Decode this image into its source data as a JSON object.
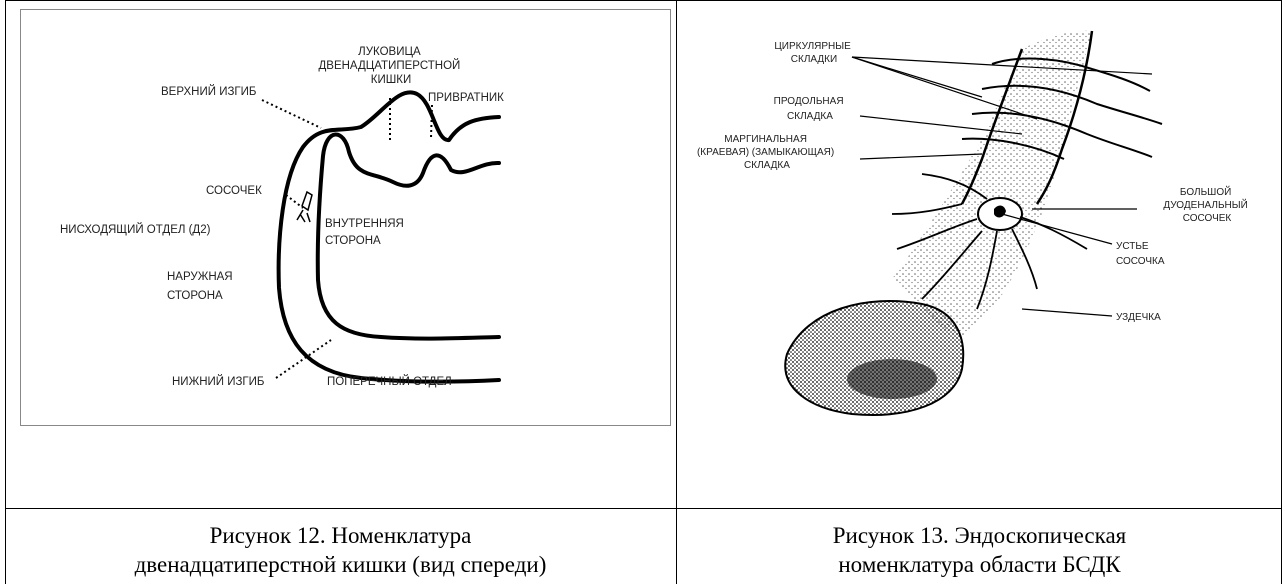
{
  "figure12": {
    "labels": {
      "bulb": [
        "ЛУКОВИЦА",
        "ДВЕНАДЦАТИПЕРСТНОЙ",
        "КИШКИ"
      ],
      "upper_bend": "ВЕРХНИЙ ИЗГИБ",
      "pylorus": "ПРИВРАТНИК",
      "papilla": "СОСОЧЕК",
      "descending": "НИСХОДЯЩИЙ ОТДЕЛ (Д2)",
      "inner_side": [
        "ВНУТРЕННЯЯ",
        "СТОРОНА"
      ],
      "outer_side": [
        "НАРУЖНАЯ",
        "СТОРОНА"
      ],
      "lower_bend": "НИЖНИЙ ИЗГИБ",
      "transverse": "ПОПЕРЕЧНЫЙ ОТДЕЛ"
    },
    "caption": [
      "Рисунок 12. Номенклатура",
      "двенадцатиперстной кишки (вид спереди)"
    ]
  },
  "figure13": {
    "labels": {
      "circular": [
        "ЦИРКУЛЯРНЫЕ",
        "СКЛАДКИ"
      ],
      "longitudinal": [
        "ПРОДОЛЬНАЯ",
        "СКЛАДКА"
      ],
      "marginal": [
        "МАРГИНАЛЬНАЯ",
        "(КРАЕВАЯ) (ЗАМЫКАЮЩАЯ)",
        "СКЛАДКА"
      ],
      "major_papilla": [
        "БОЛЬШОЙ",
        "ДУОДЕНАЛЬНЫЙ",
        "СОСОЧЕК"
      ],
      "orifice": [
        "УСТЬЕ",
        "СОСОЧКА"
      ],
      "frenulum": "УЗДЕЧКА"
    },
    "caption": [
      "Рисунок 13. Эндоскопическая",
      "номенклатура области БСДК"
    ]
  }
}
